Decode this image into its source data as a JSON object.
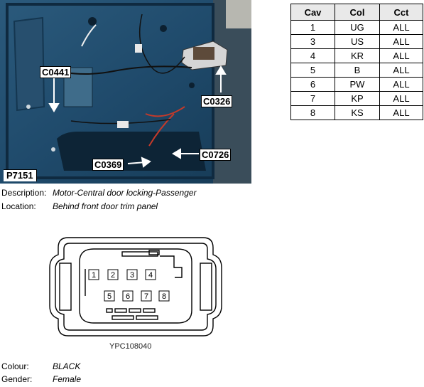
{
  "photo": {
    "id": "P7151",
    "callouts": {
      "c0441": "C0441",
      "c0326": "C0326",
      "c0369": "C0369",
      "c0726": "C0726"
    }
  },
  "table": {
    "headers": [
      "Cav",
      "Col",
      "Cct"
    ],
    "rows": [
      [
        "1",
        "UG",
        "ALL"
      ],
      [
        "3",
        "US",
        "ALL"
      ],
      [
        "4",
        "KR",
        "ALL"
      ],
      [
        "5",
        "B",
        "ALL"
      ],
      [
        "6",
        "PW",
        "ALL"
      ],
      [
        "7",
        "KP",
        "ALL"
      ],
      [
        "8",
        "KS",
        "ALL"
      ]
    ]
  },
  "info": {
    "description_label": "Description:",
    "description_value": "Motor-Central door locking-Passenger",
    "location_label": "Location:",
    "location_value": "Behind front door trim panel",
    "colour_label": "Colour:",
    "colour_value": "BLACK",
    "gender_label": "Gender:",
    "gender_value": "Female"
  },
  "connector": {
    "drawing_id": "YPC108040",
    "pins_top": [
      "1",
      "2",
      "3",
      "4"
    ],
    "pins_bottom": [
      "5",
      "6",
      "7",
      "8"
    ]
  }
}
